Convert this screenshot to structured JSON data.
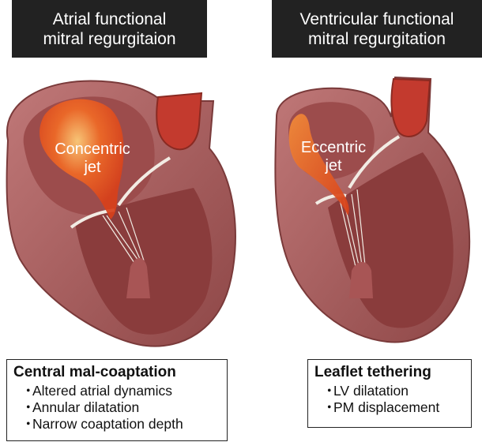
{
  "panels": [
    {
      "title_lines": [
        "Atrial functional",
        "mitral regurgitaion"
      ],
      "jet_lines": [
        "Concentric",
        "jet"
      ],
      "box_title": "Central mal-coaptation",
      "box_items": [
        "Altered atrial dynamics",
        "Annular dilatation",
        "Narrow coaptation depth"
      ]
    },
    {
      "title_lines": [
        "Ventricular functional",
        "mitral regurgitation"
      ],
      "jet_lines": [
        "Eccentric",
        "jet"
      ],
      "box_title": "Leaflet tethering",
      "box_items": [
        "LV dilatation",
        "PM displacement"
      ]
    }
  ],
  "bullet_glyph": "・",
  "colors": {
    "title_bg": "#222222",
    "heart_wall": "#a05a5a",
    "heart_inner": "#8a3c3c",
    "jet": "#e8501c",
    "aorta": "#c33a2e"
  },
  "icons": [
    "heart-illustration-left",
    "heart-illustration-right"
  ]
}
